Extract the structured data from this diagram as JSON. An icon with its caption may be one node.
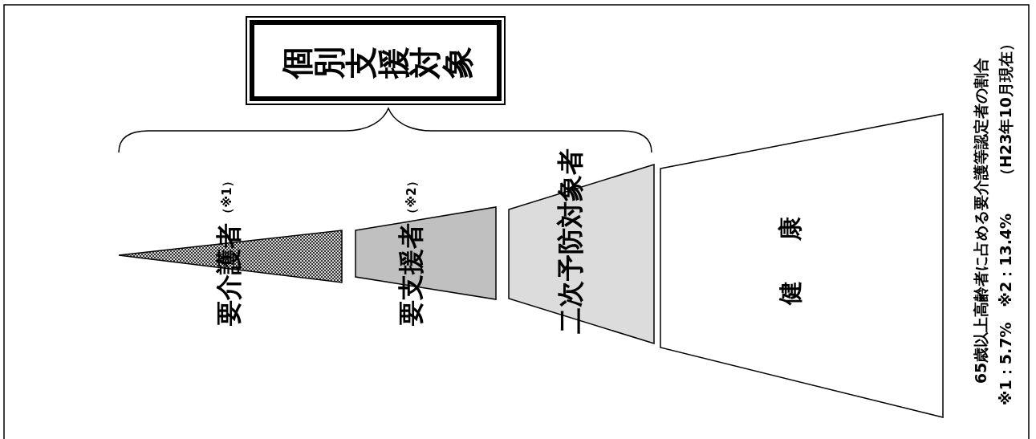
{
  "diagram": {
    "nodes": [
      {
        "text": [
          "個別支援対象"
        ]
      },
      {
        "text": [
          "要介護者",
          "（※1）"
        ]
      },
      {
        "text": [
          "要支援者",
          "（※2）"
        ]
      },
      {
        "text": [
          "二次予防対象者"
        ]
      },
      {
        "text": [
          "健 康"
        ]
      }
    ],
    "labels": [
      "65歳以上高齢者に占める要介護等認定者の割合",
      "※1：5.7%　※2：13.4%　　（H23年10月現在）"
    ]
  }
}
